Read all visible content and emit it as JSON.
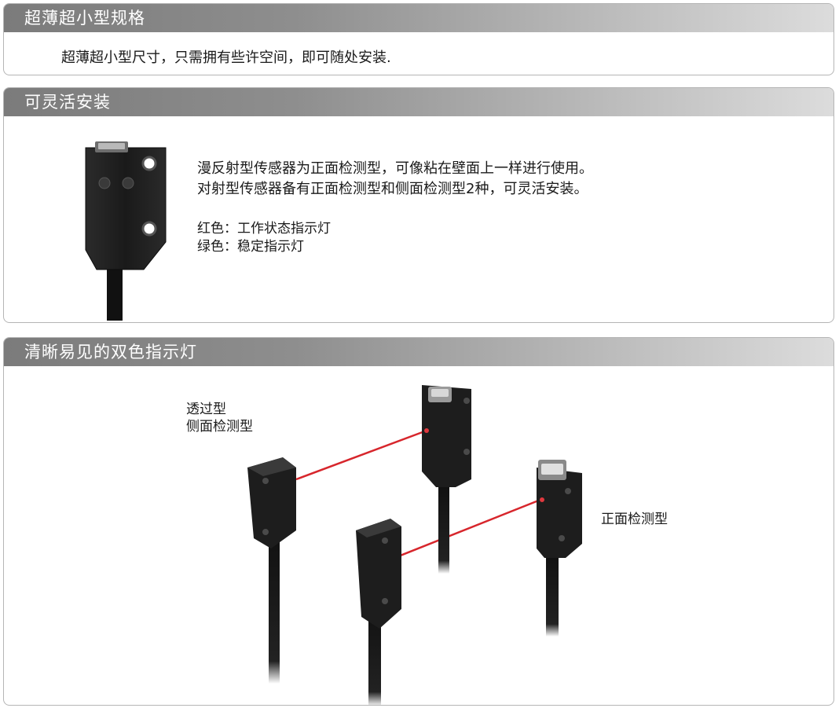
{
  "section1": {
    "title": "超薄超小型规格",
    "body": "超薄超小型尺寸，只需拥有些许空间，即可随处安装."
  },
  "section2": {
    "title": "可灵活安装",
    "line1": "漫反射型传感器为正面检测型，可像粘在壁面上一样进行使用。",
    "line2": "对射型传感器备有正面检测型和侧面检测型2种，可灵活安装。",
    "red_label": "红色：工作状态指示灯",
    "green_label": "绿色：稳定指示灯"
  },
  "section3": {
    "title": "清晰易见的双色指示灯",
    "label_through_line1": "透过型",
    "label_through_line2": "侧面检测型",
    "label_front": "正面检测型"
  },
  "colors": {
    "header_dark": "#7b7b7b",
    "header_light": "#dcdcdc",
    "beam": "#d7262c",
    "sensor_body": "#1c1c1c"
  }
}
